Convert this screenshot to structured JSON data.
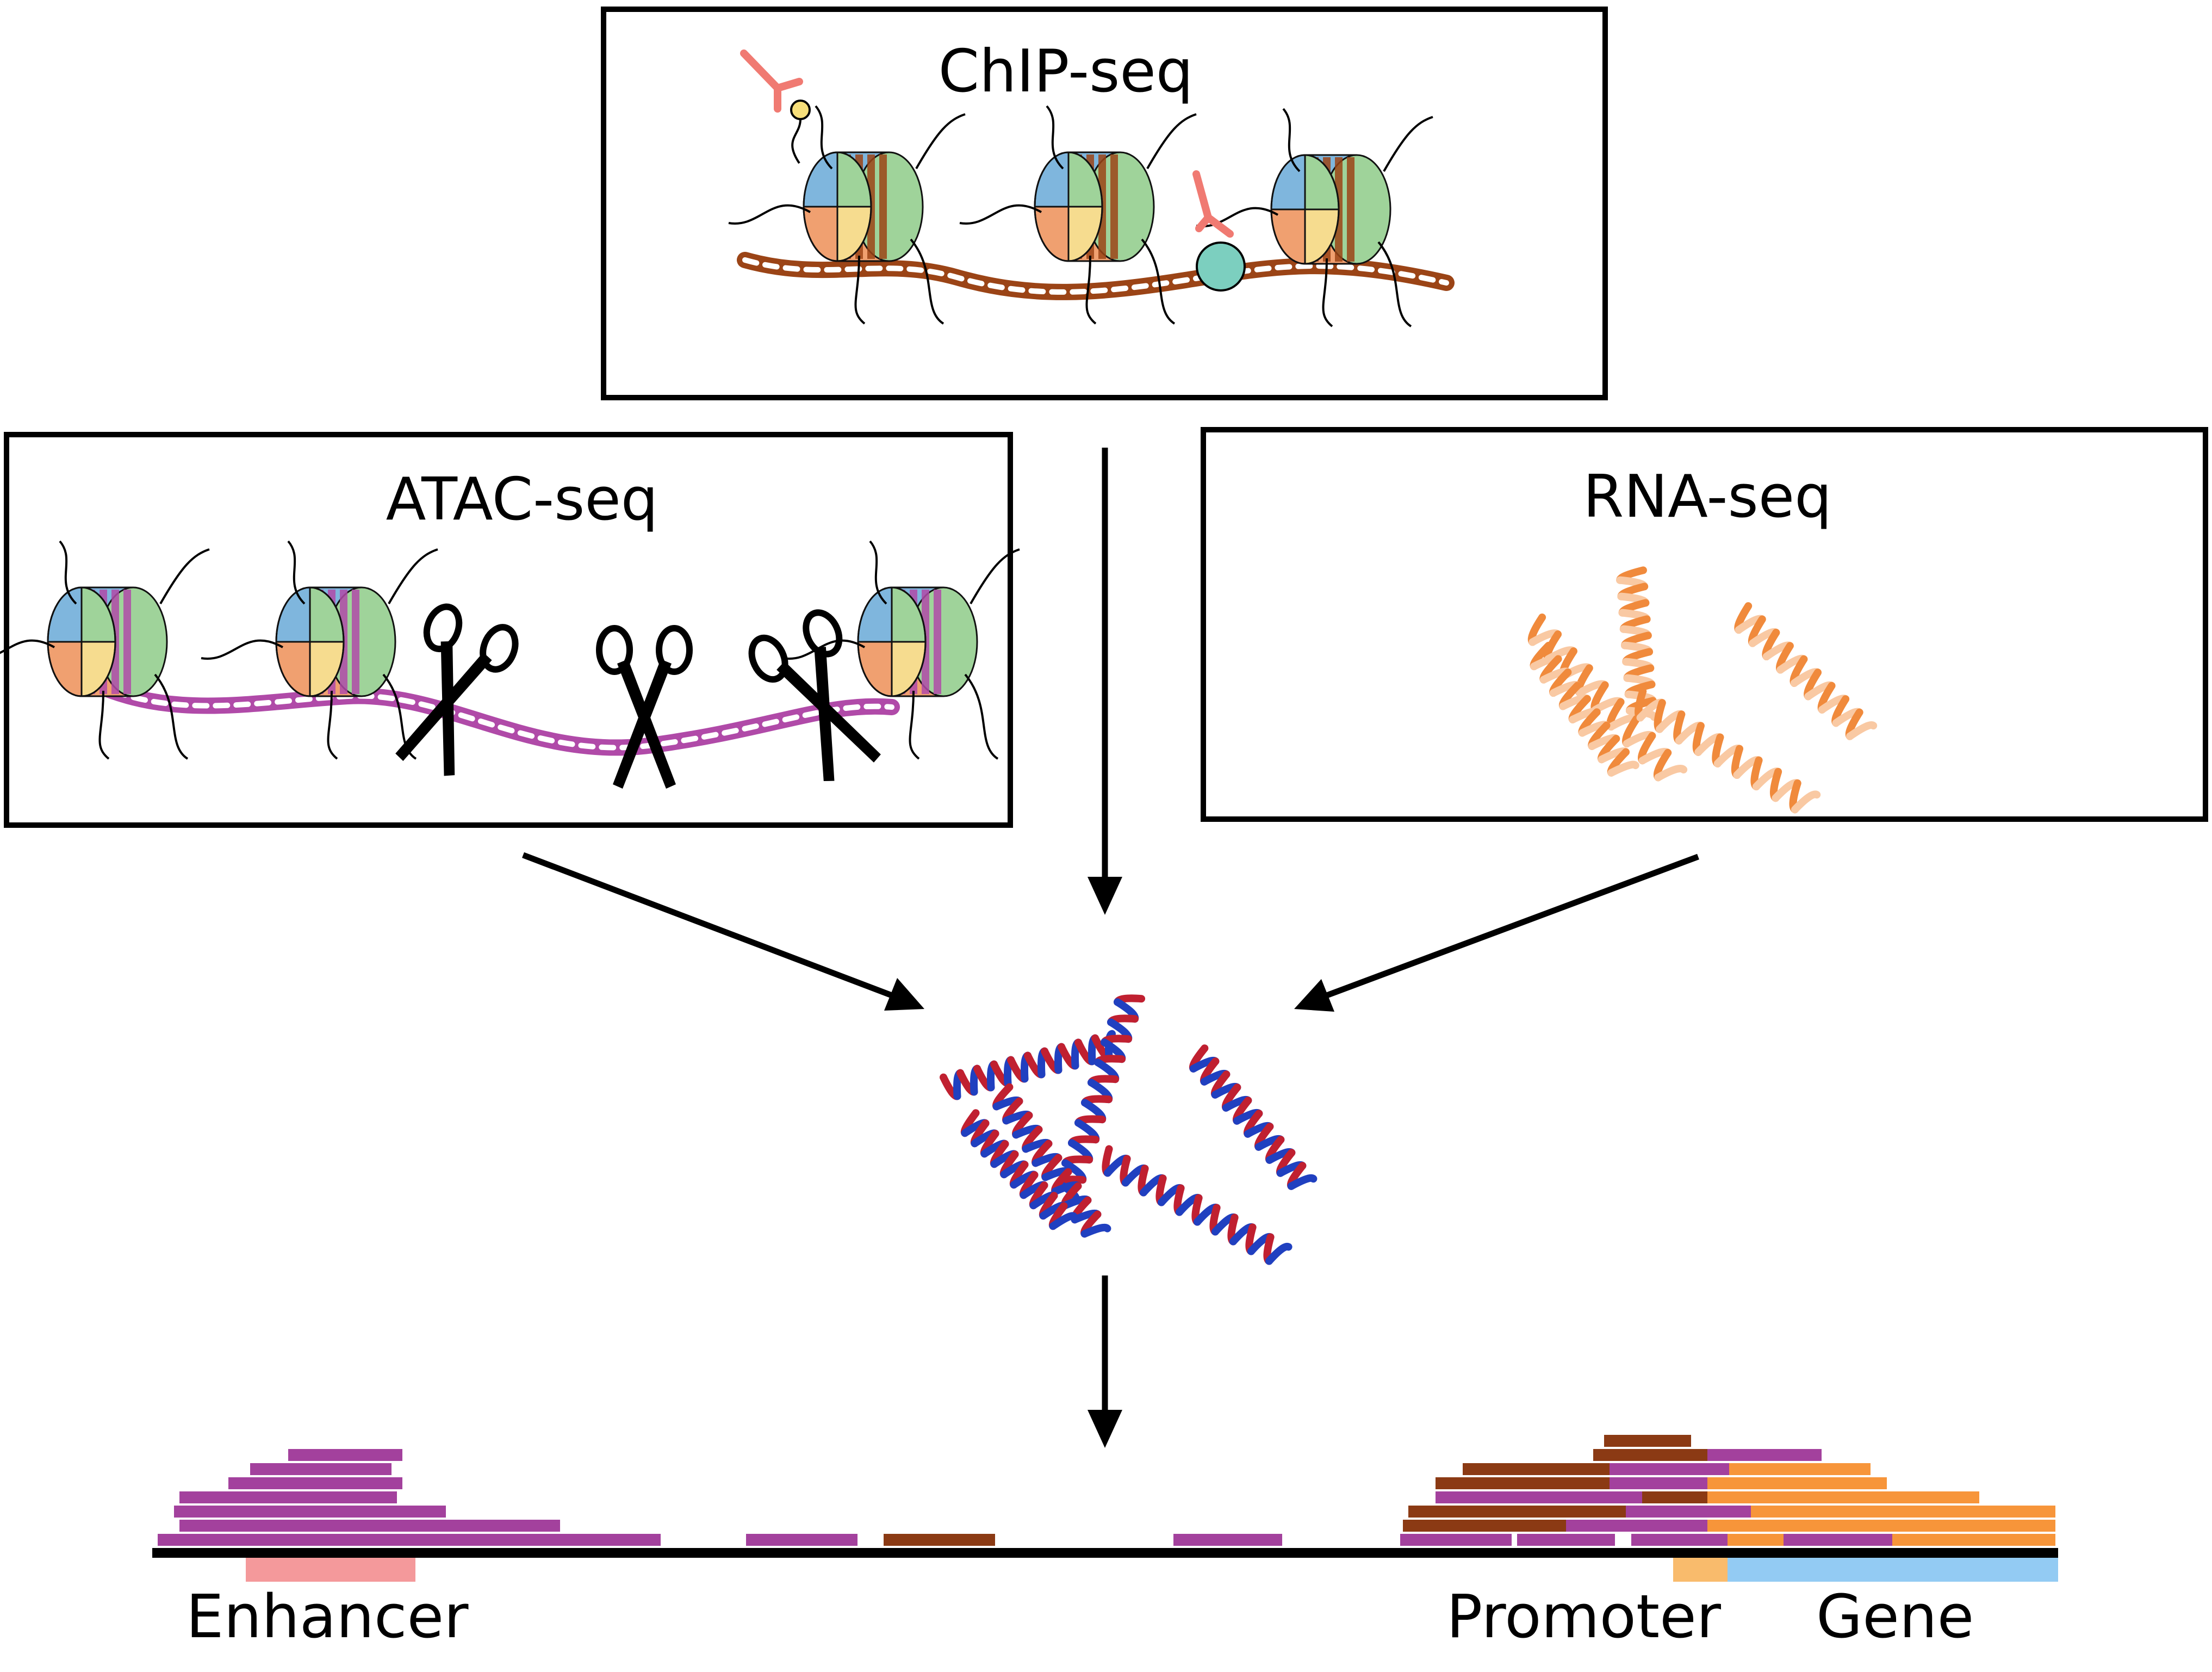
{
  "panels": {
    "chip": {
      "title": "ChIP-seq"
    },
    "atac": {
      "title": "ATAC-seq"
    },
    "rna": {
      "title": "RNA-seq"
    }
  },
  "track": {
    "labels": {
      "enhancer": "Enhancer",
      "promoter": "Promoter",
      "gene": "Gene"
    }
  },
  "colors": {
    "histone_blue": "#7fb6dd",
    "histone_green": "#9fd39a",
    "histone_yellow": "#f6dc8f",
    "histone_orange": "#f0a070",
    "chip_dna": "#9b4416",
    "atac_dna": "#b04aa8",
    "rna_dark": "#f08a3c",
    "rna_light": "#f9c9a3",
    "antibody": "#f07a72",
    "antibody_tag": "#f7df7a",
    "bound_factor": "#7ccfbf",
    "dna_red": "#c02030",
    "dna_blue": "#2040c0",
    "reads_atac": "#a3419d",
    "reads_chip": "#8b3a14",
    "reads_rna": "#f7953a",
    "enhancer_bar": "#f4999b",
    "promoter_bar": "#f9bb6c",
    "gene_bar": "#93cbf3"
  },
  "icons": [
    "antibody-icon",
    "nucleosome-icon",
    "scissors-icon",
    "rna-icon",
    "dna-double-helix-icon"
  ]
}
